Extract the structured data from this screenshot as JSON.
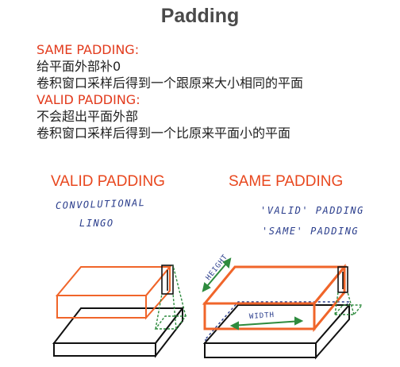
{
  "title": "Padding",
  "notes": [
    {
      "text": "SAME PADDING:",
      "style": "red"
    },
    {
      "text": "给平面外部补0",
      "style": "black"
    },
    {
      "text": "卷积窗口采样后得到一个跟原来大小相同的平面",
      "style": "black"
    },
    {
      "text": "VALID PADDING:",
      "style": "red"
    },
    {
      "text": "不会超出平面外部",
      "style": "black"
    },
    {
      "text": "卷积窗口采样后得到一个比原来平面小的平面",
      "style": "black"
    }
  ],
  "diagram": {
    "left_label": "VALID PADDING",
    "right_label": "SAME PADDING",
    "left_caption": {
      "line1": "CONVOLUTIONAL",
      "line2": "LINGO"
    },
    "right_caption": {
      "line1": "'VALID' PADDING",
      "line2": "'SAME' PADDING"
    },
    "height_label": "HEIGHT",
    "width_label": "WIDTH"
  },
  "colors": {
    "red": "#e23a1c",
    "orange": "#f0652a",
    "blue": "#2a3d8c",
    "green": "#2e8b3e"
  }
}
